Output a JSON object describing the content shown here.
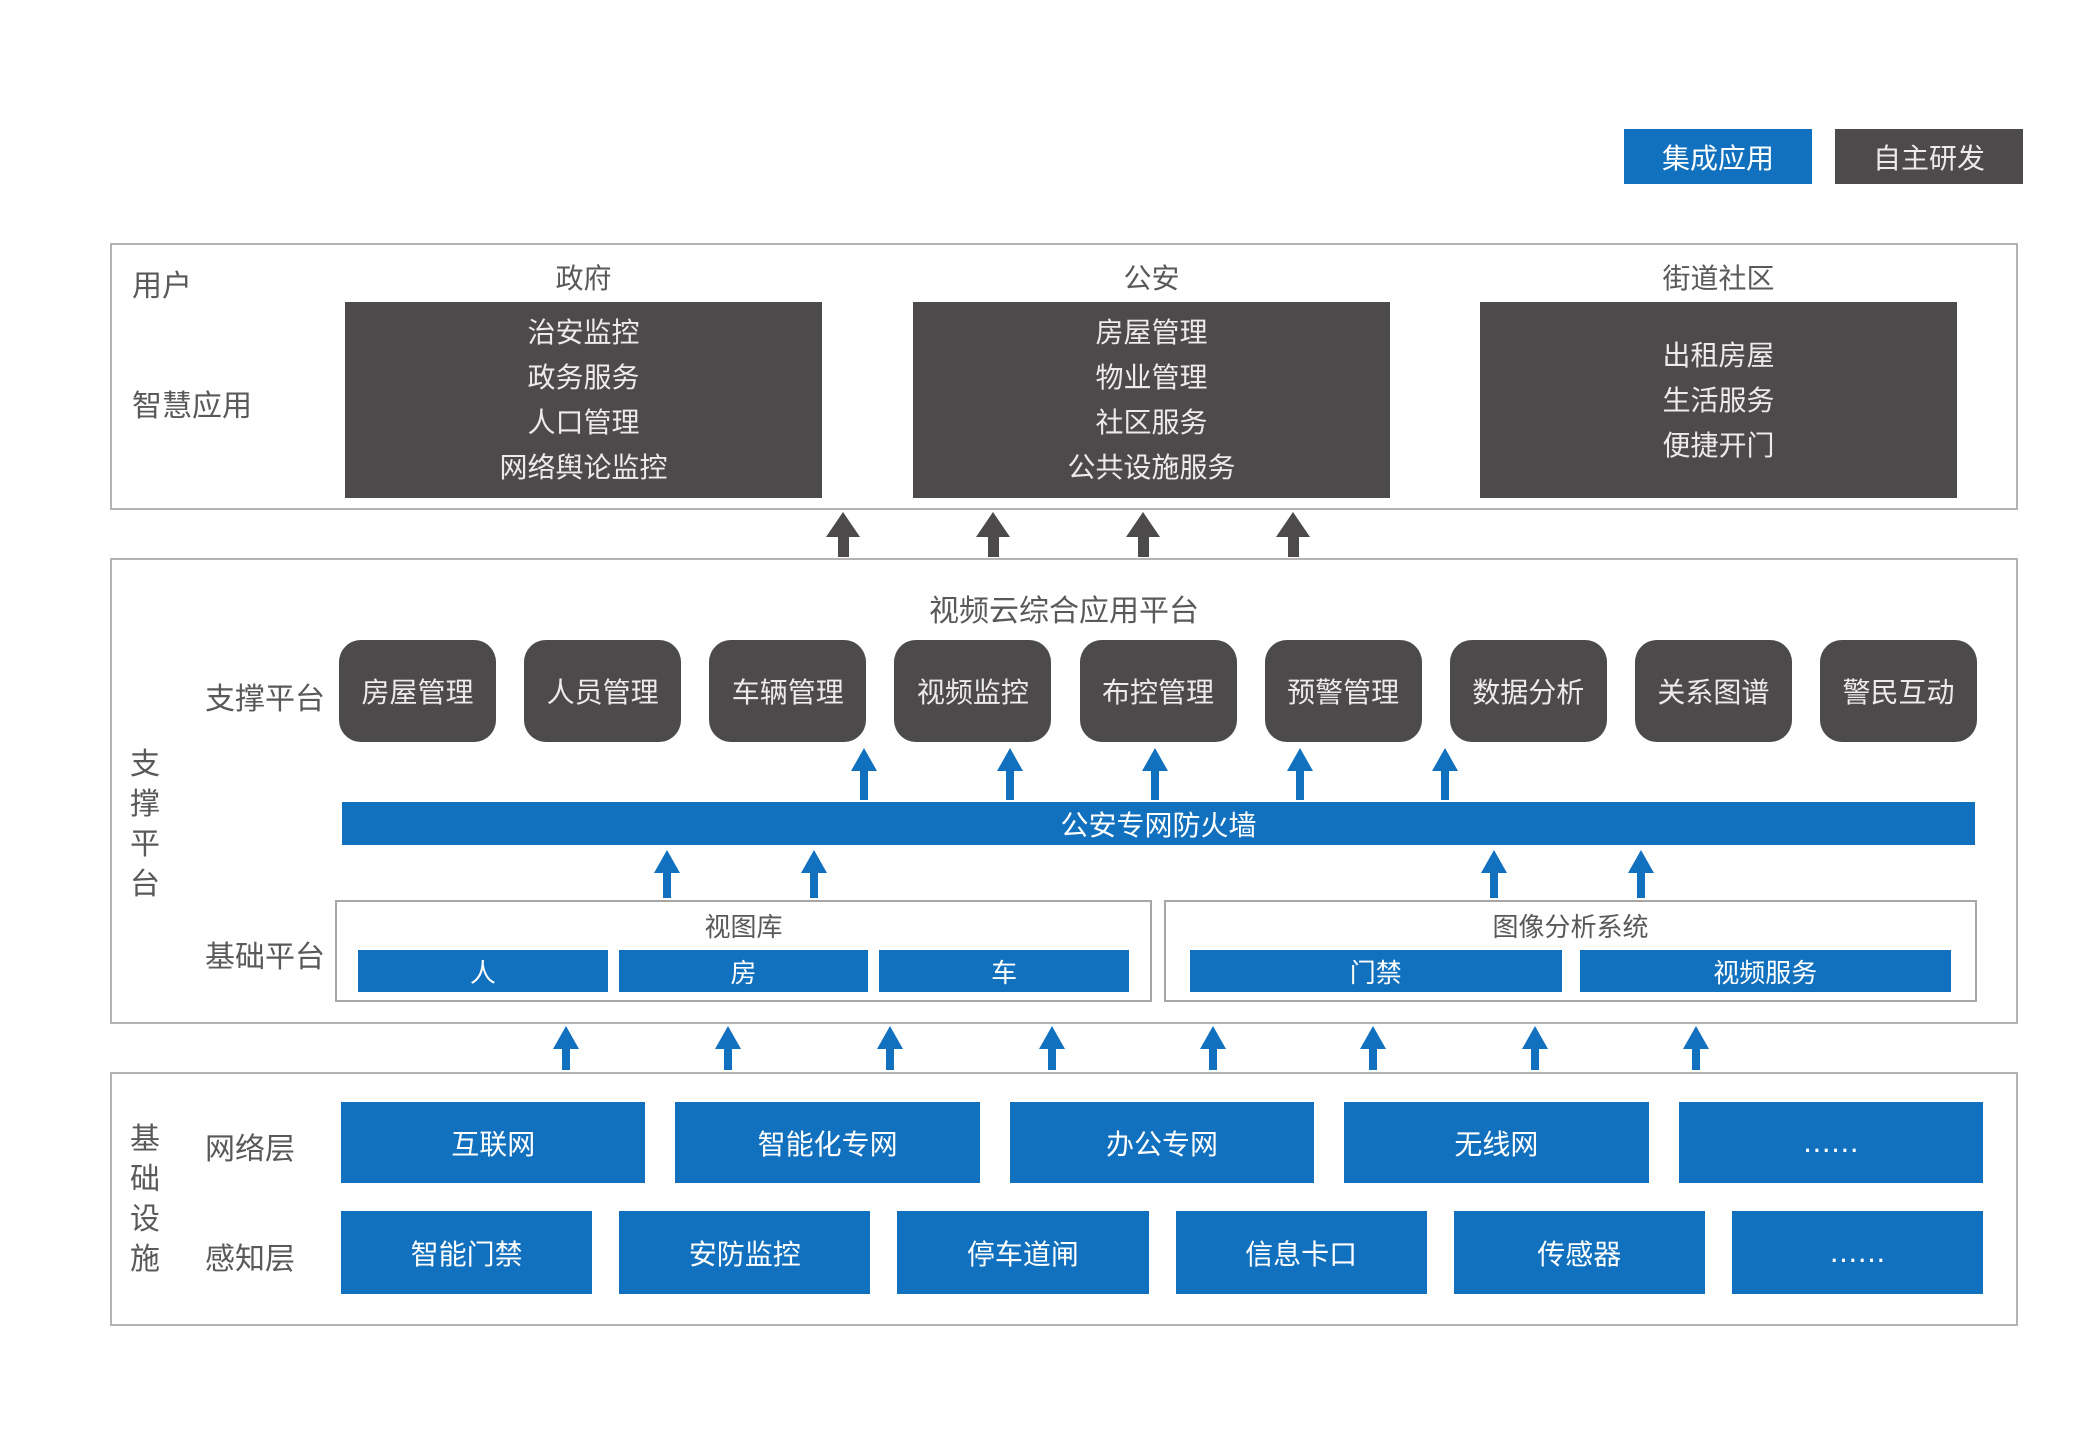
{
  "legend": {
    "integrated_label": "集成应用",
    "self_developed_label": "自主研发"
  },
  "colors": {
    "primary_blue": "#1271be",
    "dark_gray": "#4c4a4a",
    "border_gray": "#b5b2b2",
    "label_gray": "#5a5858"
  },
  "user_section": {
    "user_label": "用户",
    "smart_app_label": "智慧应用",
    "columns": [
      {
        "header": "政府",
        "items": [
          "治安监控",
          "政务服务",
          "人口管理",
          "网络舆论监控"
        ]
      },
      {
        "header": "公安",
        "items": [
          "房屋管理",
          "物业管理",
          "社区服务",
          "公共设施服务"
        ]
      },
      {
        "header": "街道社区",
        "items": [
          "出租房屋",
          "生活服务",
          "便捷开门"
        ]
      }
    ]
  },
  "platform_section": {
    "side_label": "支撑平台",
    "title": "视频云综合应用平台",
    "support_label": "支撑平台",
    "support_modules": [
      "房屋管理",
      "人员管理",
      "车辆管理",
      "视频监控",
      "布控管理",
      "预警管理",
      "数据分析",
      "关系图谱",
      "警民互动"
    ],
    "firewall_label": "公安专网防火墙",
    "base_label": "基础平台",
    "view_library": {
      "title": "视图库",
      "items": [
        "人",
        "房",
        "车"
      ]
    },
    "image_analysis": {
      "title": "图像分析系统",
      "items": [
        "门禁",
        "视频服务"
      ]
    }
  },
  "infrastructure_section": {
    "side_label": "基础设施",
    "network_label": "网络层",
    "network_items": [
      "互联网",
      "智能化专网",
      "办公专网",
      "无线网",
      "……"
    ],
    "perception_label": "感知层",
    "perception_items": [
      "智能门禁",
      "安防监控",
      "停车道闸",
      "信息卡口",
      "传感器",
      "……"
    ]
  }
}
